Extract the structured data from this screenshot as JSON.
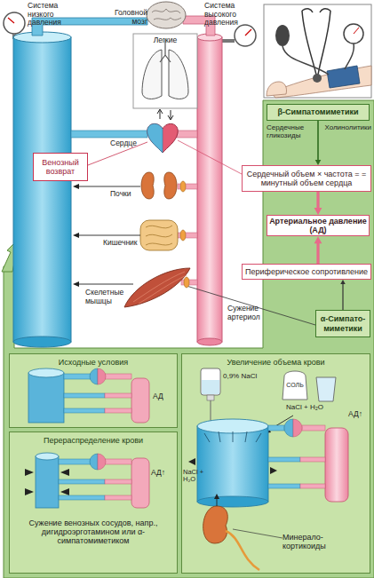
{
  "diagram": {
    "nodes": [
      {
        "text": [
          "β-Симпатомиметики"
        ]
      },
      {
        "text": [
          "Венозный возврат"
        ]
      },
      {
        "text": [
          "Сердечный объем × частота = = минутный объем сердца"
        ]
      },
      {
        "text": [
          "Артериальное давление (АД)"
        ]
      },
      {
        "text": [
          "Периферическое сопротивление"
        ]
      },
      {
        "text": [
          "α-Симпато-миметики"
        ]
      },
      {
        "text": [
          "Исходные условия"
        ]
      },
      {
        "text": [
          "Увеличение объема крови"
        ]
      },
      {
        "text": [
          "Перераспределение крови"
        ]
      }
    ],
    "edges": [
      {
        "from": 0,
        "to": 2,
        "arrow": "to"
      },
      {
        "from": 2,
        "to": 3,
        "arrow": "to"
      },
      {
        "from": 4,
        "to": 3,
        "arrow": "to"
      },
      {
        "from": 5,
        "to": 4,
        "arrow": "to"
      }
    ],
    "labels": [
      "Система низкого давления",
      "Головной мозг",
      "Система высокого давления",
      "Легкие",
      "Сердечные гликозиды",
      "Холинолитики",
      "Сердце",
      "Почки",
      "Кишечник",
      "Скелетные мышцы",
      "Сужение артериол",
      "АД",
      "0,9% NaCl",
      "СОЛЬ",
      "NaCl + H₂O",
      "АД↑",
      "АД↑",
      "NaCl + H₂O",
      "Сужение венозных сосудов, напр., дигидроэрготамином или α-симпатомиметиком",
      "Минерало-кортикоиды"
    ]
  }
}
